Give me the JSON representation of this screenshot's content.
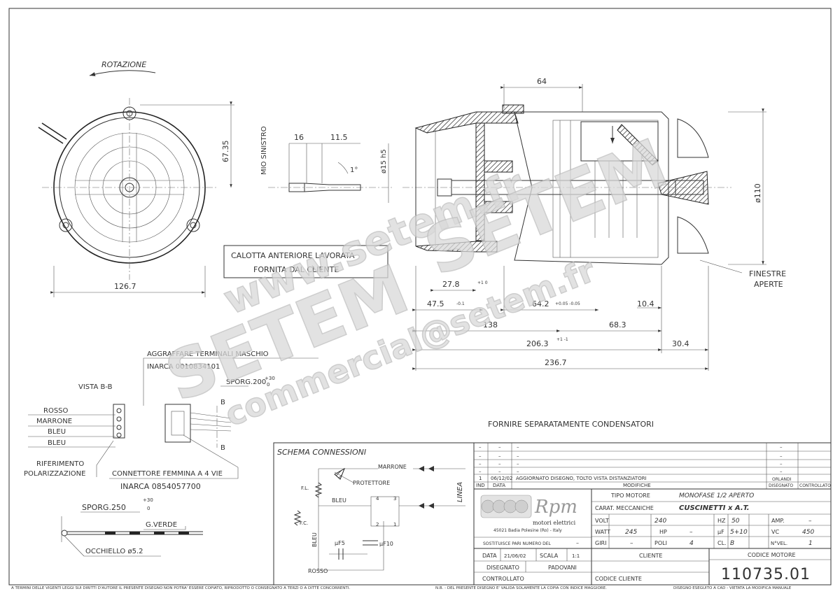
{
  "drawing": {
    "rotation_label": "ROTAZIONE",
    "mio_sinistro": "MIO SINISTRO",
    "calotta_line1": "CALOTTA ANTERIORE LAVORATA",
    "calotta_line2": "FORNITA DAL CLIENTE",
    "finestre_line1": "FINESTRE",
    "finestre_line2": "APERTE",
    "fornire": "FORNIRE SEPARATAMENTE CONDENSATORI",
    "aggraffare": "AGGRAFFARE TERMINALI MASCHIO",
    "inarca_terminal": "INARCA 0010834101",
    "sporg_200": "SPORG.200",
    "sporg_200_tol_up": "+30",
    "sporg_200_tol_down": "0",
    "vista": "VISTA B-B",
    "section_mark": "B",
    "wire_rosso": "ROSSO",
    "wire_marrone": "MARRONE",
    "wire_bleu1": "BLEU",
    "wire_bleu2": "BLEU",
    "riferimento_line1": "RIFERIMENTO",
    "riferimento_line2": "POLARIZZAZIONE",
    "connettore": "CONNETTORE FEMMINA A 4 VIE",
    "inarca_connector": "INARCA 0854057700",
    "sporg_250": "SPORG.250",
    "sporg_250_tol_up": "+30",
    "sporg_250_tol_down": "0",
    "g_verde": "G.VERDE",
    "occhiello": "OCCHIELLO ø5.2"
  },
  "dimensions": {
    "d_67_35": "67.35",
    "d_126_7": "126.7",
    "d_16": "16",
    "d_11_5": "11.5",
    "d_1deg": "1°",
    "d_phi15": "ø15 h5",
    "d_64": "64",
    "d_phi110": "ø110",
    "d_27_8": "27.8",
    "d_27_8_tol": "+1 0",
    "d_47_5": "47.5",
    "d_47_5_tol": "-0.1",
    "d_64_2": "64.2",
    "d_64_2_tol": "+0.05 -0.05",
    "d_138": "138",
    "d_68_3": "68.3",
    "d_10_4": "10.4",
    "d_206_3": "206.3",
    "d_206_3_tol": "+1 -1",
    "d_30_4": "30.4",
    "d_236_7": "236.7"
  },
  "schema": {
    "title": "SCHEMA CONNESSIONI",
    "marrone": "MARRONE",
    "protettore": "PROTETTORE",
    "fl": "F.L.",
    "bleu_h": "BLEU",
    "fc": "F.C.",
    "bleu_v": "BLEU",
    "uf5": "µF5",
    "uf10": "µF10",
    "rosso": "ROSSO",
    "linea": "LINEA",
    "t1": "1",
    "t2": "2",
    "t3": "3",
    "t4": "4"
  },
  "title_block": {
    "rev_dash": "–",
    "rev_ind": "1",
    "rev_date": "06/12/02",
    "rev_desc": "AGGIORNATO DISEGNO, TOLTO VISTA DISTANZIATORI",
    "rev_author": "ORLANDI",
    "hdr_ind": "IND",
    "hdr_data": "DATA",
    "hdr_modifiche": "MODIFICHE",
    "hdr_disegnato": "DISEGNATO",
    "hdr_controllato": "CONTROLLATO",
    "brand": "Rpm",
    "brand_sub": "motori elettrici",
    "address": "45021 Badia Polesine (Ro) - Italy",
    "tipo_motore_label": "TIPO MOTORE",
    "tipo_motore_value": "MONOFASE 1/2 APERTO",
    "carat_label": "CARAT. MECCANICHE",
    "carat_value": "CUSCINETTI x A.T.",
    "volt_label": "VOLT",
    "volt_value": "240",
    "hz_label": "HZ",
    "hz_value": "50",
    "amp_label": "AMP.",
    "amp_value": "–",
    "watt_label": "WATT",
    "watt_value": "245",
    "hp_label": "HP",
    "hp_value": "–",
    "uf_label": "µF",
    "uf_value": "5+10",
    "vc_label": "VC",
    "vc_value": "450",
    "giri_label": "GIRI",
    "giri_value": "–",
    "poli_label": "POLI",
    "poli_value": "4",
    "cl_label": "CL.",
    "cl_value": "B",
    "nvel_label": "N°VEL.",
    "nvel_value": "1",
    "sostituisce_label": "SOSTITUISCE PARI NUMERO DEL",
    "sostituisce_value": "–",
    "data_label": "DATA",
    "data_value": "21/06/02",
    "scala_label": "SCALA",
    "scala_value": "1:1",
    "cliente_label": "CLIENTE",
    "codice_motore_label": "CODICE MOTORE",
    "codice_motore_value": "110735.01",
    "disegnato_label": "DISEGNATO",
    "disegnato_value": "PADOVANI",
    "controllato_label": "CONTROLLATO",
    "codice_cliente_label": "CODICE CLIENTE"
  },
  "footer": {
    "left": "A TERMINI DELLE VIGENTI LEGGI SUI DIRITTI D'AUTORE IL PRESENTE DISEGNO NON POTRA' ESSERE COPIATO, RIPRODOTTO O CONSEGNATO A TERZI O A DITTE CONCORRENTI.",
    "mid": "N.B. - DEL PRESENTE DISEGNO E' VALIDA SOLAMENTE LA COPIA CON INDICE MAGGIORE.",
    "right": "DISEGNO ESEGUITO A CAD - VIETATA LA MODIFICA MANUALE"
  },
  "watermark": {
    "site": "www.setem.fr",
    "brand": "SETEM",
    "email": "commercial@setem.fr"
  }
}
